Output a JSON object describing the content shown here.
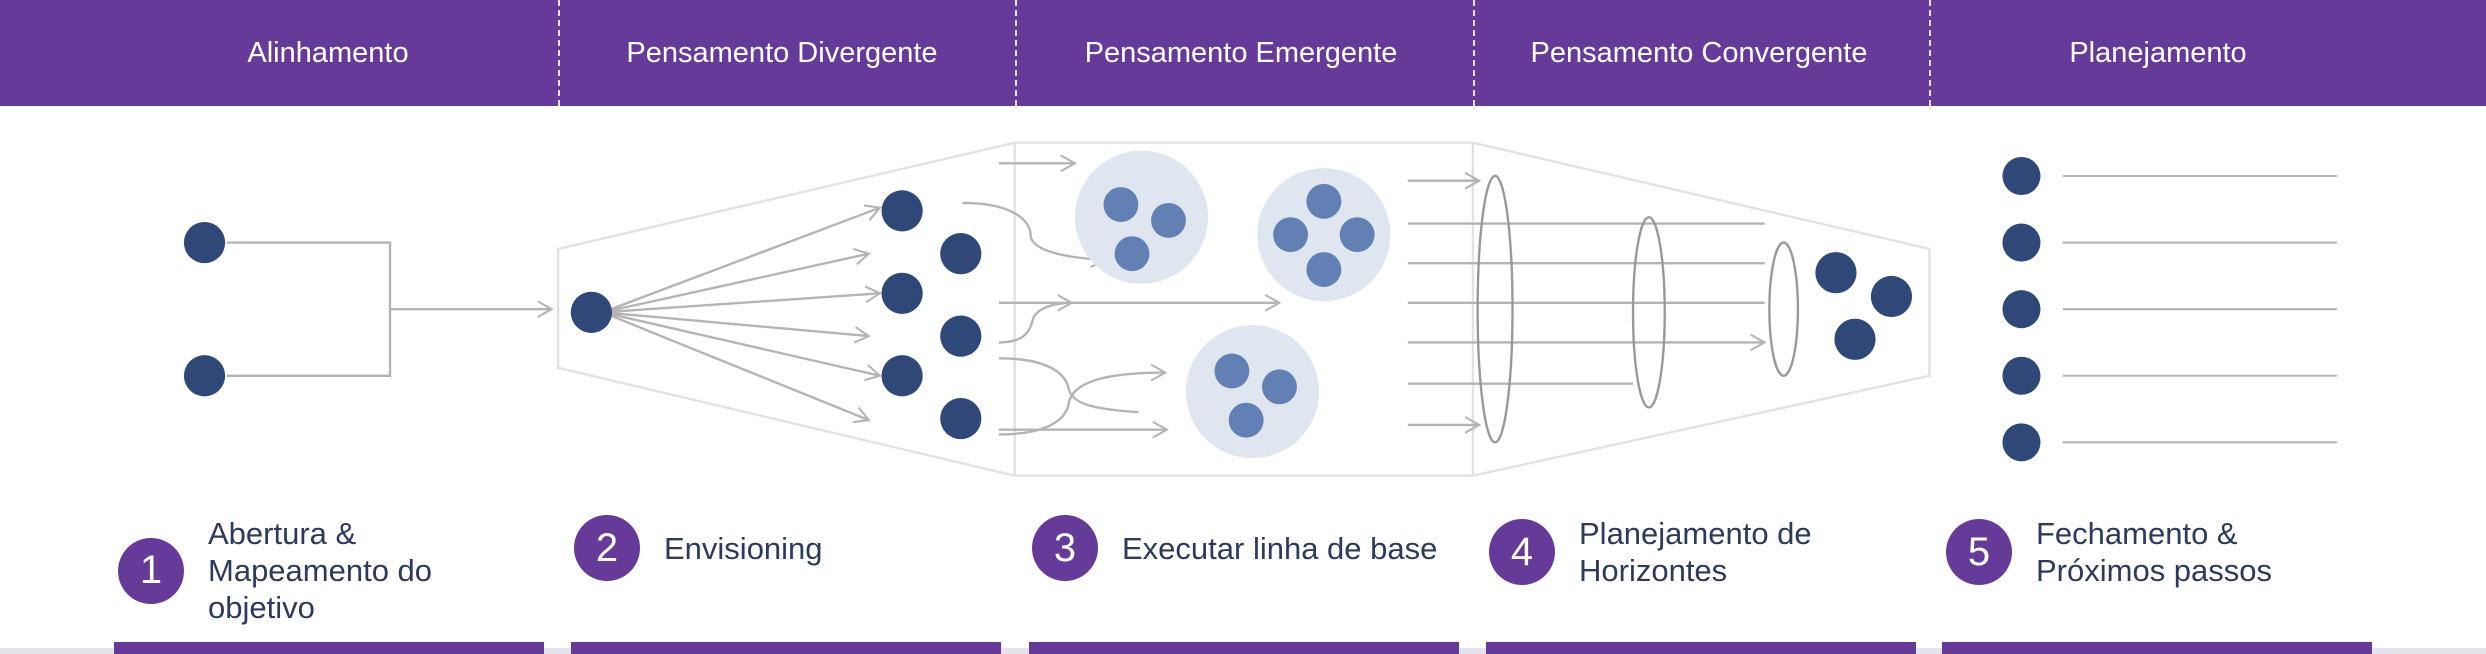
{
  "header": {
    "phases": [
      "Alinhamento",
      "Pensamento Divergente",
      "Pensamento Emergente",
      "Pensamento Convergente",
      "Planejamento"
    ]
  },
  "steps": [
    {
      "number": "1",
      "label": "Abertura & Mapeamento do objetivo"
    },
    {
      "number": "2",
      "label": "Envisioning"
    },
    {
      "number": "3",
      "label": "Executar linha de base"
    },
    {
      "number": "4",
      "label": "Planejamento de Horizontes"
    },
    {
      "number": "5",
      "label": "Fechamento & Próximos passos"
    }
  ],
  "colors": {
    "purple": "#663a99",
    "navy": "#304878",
    "cluster_dot": "#6380b5",
    "cluster_bg": "#e0e6f0",
    "line": "#b4b4b4"
  }
}
